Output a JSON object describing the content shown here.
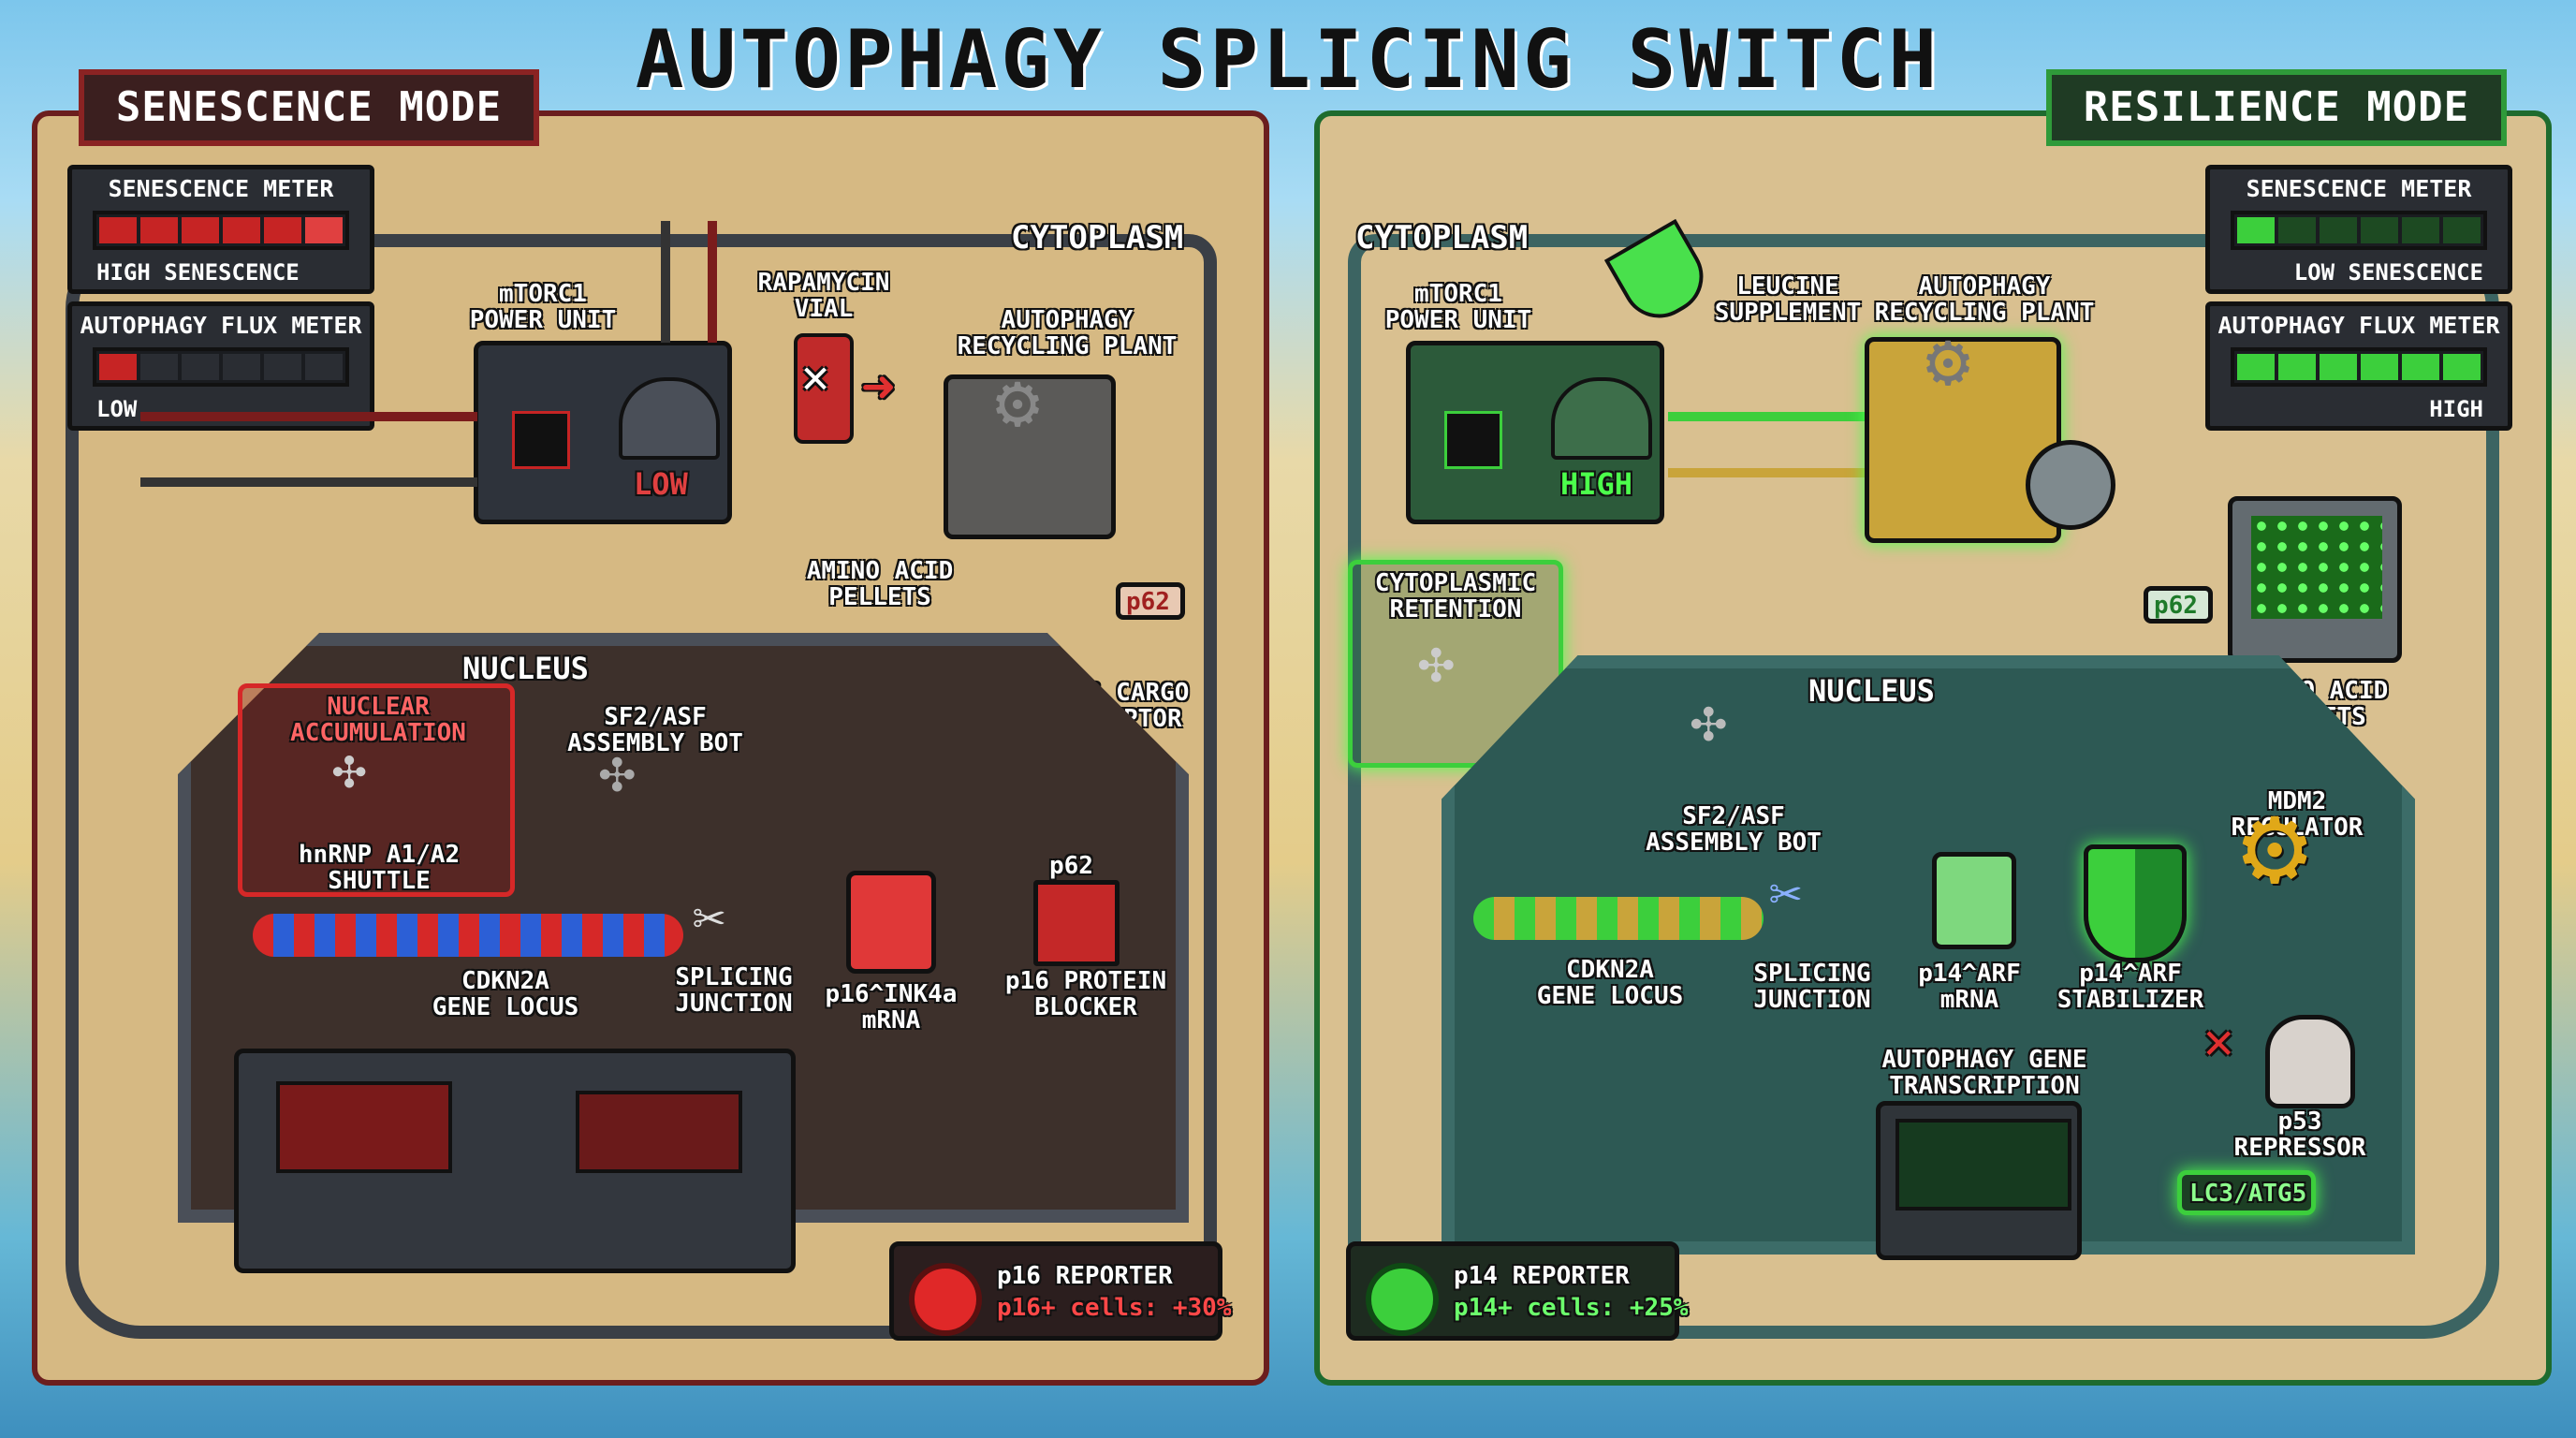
{
  "title": "AUTOPHAGY SPLICING SWITCH",
  "left": {
    "mode": "SENESCENCE MODE",
    "senescence_meter": {
      "title": "SENESCENCE METER",
      "caption": "HIGH SENESCENCE",
      "level": 0.95
    },
    "flux_meter": {
      "title": "AUTOPHAGY FLUX METER",
      "caption": "LOW",
      "level": 0.12
    },
    "cytoplasm": "CYTOPLASM",
    "mtorc1": "mTORC1 POWER UNIT",
    "mtorc1_state": "LOW",
    "rapamycin": "RAPAMYCIN VIAL",
    "recycling_plant": "AUTOPHAGY RECYCLING PLANT",
    "amino_pellets": "AMINO ACID PELLETS",
    "p62_tag": "p62",
    "p62_receptor": "p62 CARGO RECEPTOR",
    "nucleus": "NUCLEUS",
    "nuclear_accumulation": "NUCLEAR ACCUMULATION",
    "hnrnp": "hnRNP A1/A2 SHUTTLE",
    "sf2": "SF2/ASF ASSEMBLY BOT",
    "gene_locus": "CDKN2A GENE LOCUS",
    "splicing": "SPLICING JUNCTION",
    "mrna": "p16^INK4a mRNA",
    "protein": "p16 PROTEIN BLOCKER",
    "reporter_title": "p16 REPORTER",
    "reporter_value": "p16+ cells: +30%"
  },
  "right": {
    "mode": "RESILIENCE MODE",
    "senescence_meter": {
      "title": "SENESCENCE METER",
      "caption": "LOW SENESCENCE",
      "level": 0.15
    },
    "flux_meter": {
      "title": "AUTOPHAGY FLUX METER",
      "caption": "HIGH",
      "level": 0.95
    },
    "cytoplasm": "CYTOPLASM",
    "mtorc1": "mTORC1 POWER UNIT",
    "mtorc1_state": "HIGH",
    "leucine": "LEUCINE SUPPLEMENT",
    "recycling_plant": "AUTOPHAGY RECYCLING PLANT",
    "retention": "CYTOPLASMIC RETENTION",
    "p62_tag": "p62",
    "amino_pellets": "AMINO ACID PELLETS",
    "nucleus": "NUCLEUS",
    "sf2": "SF2/ASF ASSEMBLY BOT",
    "gene_locus": "CDKN2A GENE LOCUS",
    "splicing": "SPLICING JUNCTION",
    "mrna": "p14^ARF mRNA",
    "stabilizer": "p14^ARF STABILIZER",
    "mdm2": "MDM2 REGULATOR",
    "p53": "p53 REPRESSOR",
    "autophagy_transcription": "AUTOPHAGY GENE TRANSCRIPTION",
    "lc3": "LC3/ATG5",
    "reporter_title": "p14 REPORTER",
    "reporter_value": "p14+ cells: +25%"
  },
  "colors": {
    "red": "#d62828",
    "green": "#3ccf3c",
    "tan": "#d9bd84",
    "dark": "#2b2f36",
    "teal": "#2e5e5a"
  }
}
